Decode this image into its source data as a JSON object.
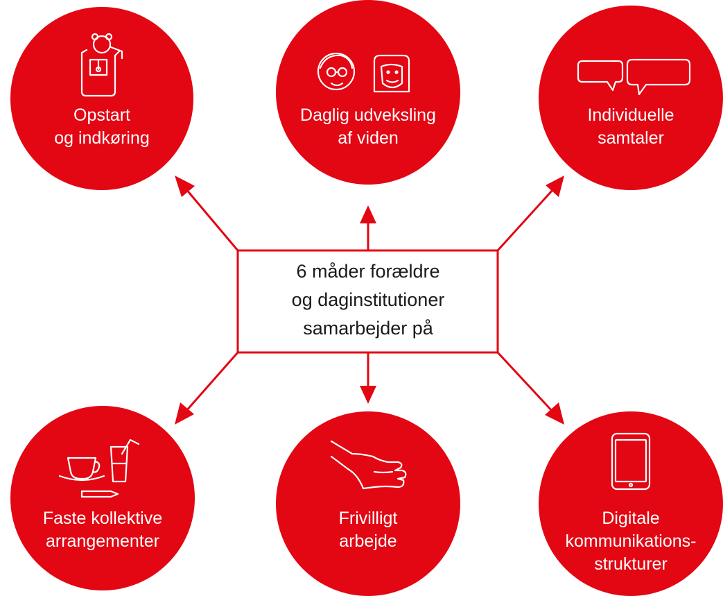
{
  "accent_color": "#e30613",
  "center": {
    "lines": [
      "6 måder forældre",
      "og daginstitutioner",
      "samarbejder på"
    ]
  },
  "nodes": [
    {
      "id": "opstart",
      "icon": "backpack-teddy-icon",
      "lines": [
        "Opstart",
        "og indkøring"
      ]
    },
    {
      "id": "daglig",
      "icon": "faces-icon",
      "lines": [
        "Daglig udveksling",
        "af viden"
      ]
    },
    {
      "id": "individuelle",
      "icon": "speech-bubbles-icon",
      "lines": [
        "Individuelle",
        "samtaler"
      ]
    },
    {
      "id": "faste",
      "icon": "cup-glass-pencil-icon",
      "lines": [
        "Faste kollektive",
        "arrangementer"
      ]
    },
    {
      "id": "frivilligt",
      "icon": "hand-icon",
      "lines": [
        "Frivilligt",
        "arbejde"
      ]
    },
    {
      "id": "digitale",
      "icon": "tablet-icon",
      "lines": [
        "Digitale",
        "kommunikations-",
        "strukturer"
      ]
    }
  ]
}
